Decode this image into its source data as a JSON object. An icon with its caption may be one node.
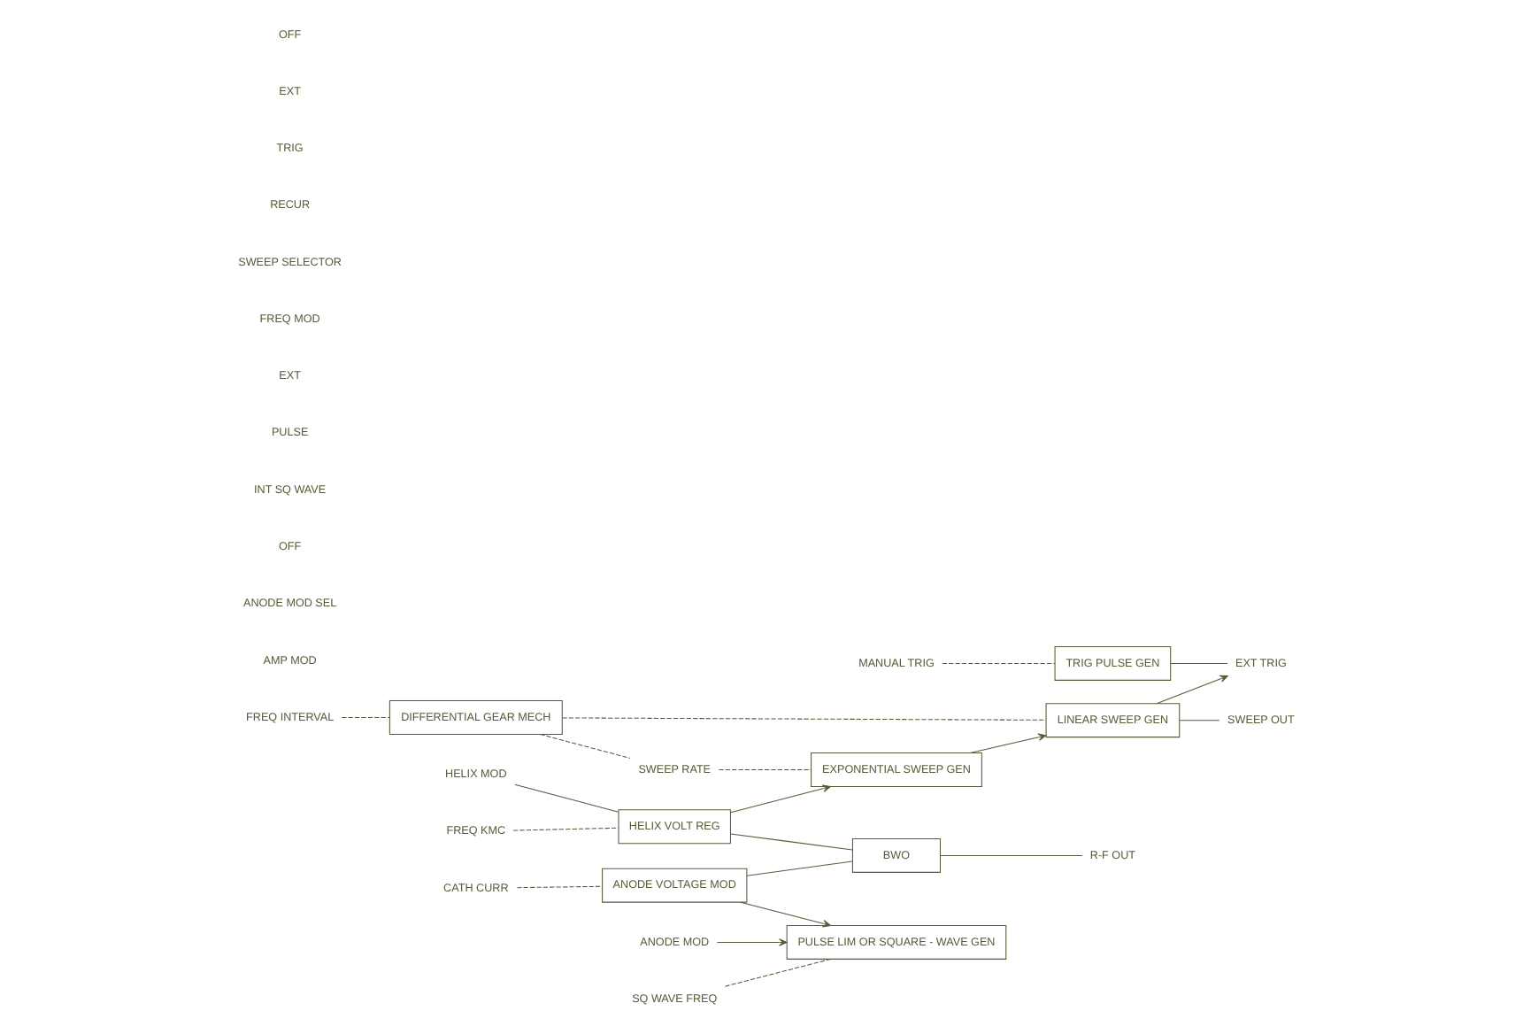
{
  "diagram": {
    "nodes": [
      {
        "text": [
          "PULSE LIM OR SQUARE - WAVE GEN"
        ]
      },
      {
        "text": [
          "ANODE VOLTAGE MOD"
        ]
      },
      {
        "text": [
          "BWO"
        ]
      },
      {
        "text": [
          "LINEAR SWEEP GEN"
        ]
      },
      {
        "text": [
          "EXPONENTIAL SWEEP GEN"
        ]
      },
      {
        "text": [
          "HELIX VOLT REG"
        ]
      },
      {
        "text": [
          "TRIG PULSE GEN"
        ]
      },
      {
        "text": [
          "DIFFERENTIAL GEAR MECH"
        ]
      },
      {
        "text": [
          "ANODE MOD"
        ]
      },
      {
        "text": [
          "R-F OUT"
        ]
      },
      {
        "text": [
          "EXT TRIG"
        ]
      },
      {
        "text": [
          "HELIX MOD"
        ]
      },
      {
        "text": [
          "SWEEP OUT"
        ]
      },
      {
        "text": [
          "SQ WAVE FREQ"
        ]
      },
      {
        "text": [
          "CATH CURR"
        ]
      },
      {
        "text": [
          "FREQ KMC"
        ]
      },
      {
        "text": [
          "MANUAL TRIG"
        ]
      },
      {
        "text": [
          "FREQ INTERVAL"
        ]
      },
      {
        "text": [
          "SWEEP RATE"
        ]
      }
    ],
    "edges": [
      {
        "from": 8,
        "to": 0,
        "arrow": "to"
      },
      {
        "from": 1,
        "to": 0,
        "arrow": "to"
      },
      {
        "from": 1,
        "to": 2,
        "arrow": "none"
      },
      {
        "from": 2,
        "to": 9,
        "arrow": "none"
      },
      {
        "from": 5,
        "to": 2,
        "arrow": "none"
      },
      {
        "from": 6,
        "to": 10,
        "arrow": "none"
      },
      {
        "from": 3,
        "to": 10,
        "arrow": "to"
      },
      {
        "from": 4,
        "to": 3,
        "arrow": "to"
      },
      {
        "from": 5,
        "to": 4,
        "arrow": "to"
      },
      {
        "from": 11,
        "to": 5,
        "arrow": "none"
      },
      {
        "from": 3,
        "to": 12,
        "arrow": "none"
      },
      {
        "from": 13,
        "to": 0,
        "arrow": "none",
        "style": "dashed"
      },
      {
        "from": 14,
        "to": 1,
        "arrow": "none",
        "style": "dashed"
      },
      {
        "from": 15,
        "to": 5,
        "arrow": "none",
        "style": "dashed"
      },
      {
        "from": 16,
        "to": 6,
        "arrow": "none",
        "style": "dashed"
      },
      {
        "from": 17,
        "to": 7,
        "arrow": "none",
        "style": "dashed"
      },
      {
        "from": 18,
        "to": 4,
        "arrow": "none",
        "style": "dashed"
      },
      {
        "from": 7,
        "to": 3,
        "arrow": "none",
        "style": "dashed"
      },
      {
        "from": 7,
        "to": 18,
        "arrow": "none",
        "style": "dashed"
      }
    ],
    "labels": [
      "AMP MOD",
      "ANODE MOD SEL",
      "OFF",
      "INT SQ WAVE",
      "PULSE",
      "EXT",
      "FREQ MOD",
      "SWEEP SELECTOR",
      "RECUR",
      "TRIG",
      "EXT",
      "OFF"
    ]
  }
}
